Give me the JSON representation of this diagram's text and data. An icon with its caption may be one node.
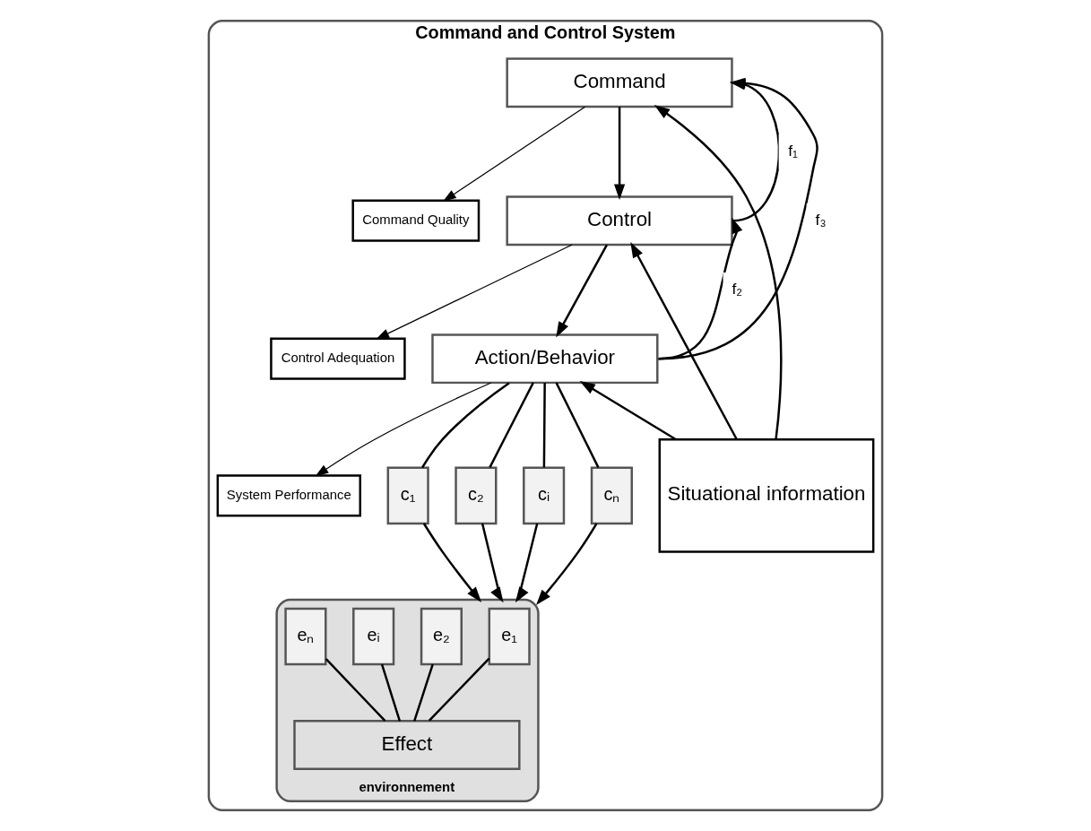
{
  "diagram": {
    "nodes": [
      {
        "text": [
          "Command and Control System"
        ]
      },
      {
        "text": [
          "Command Quality"
        ],
        "in": 0
      },
      {
        "text": [
          "Command"
        ],
        "in": 0
      },
      {
        "text": [
          "Control Adequation"
        ],
        "in": 0
      },
      {
        "text": [
          "Control"
        ],
        "in": 0
      },
      {
        "text": [
          "System Performance"
        ],
        "in": 0
      },
      {
        "text": [
          "Action/Behavior"
        ],
        "in": 0
      },
      {
        "text": [
          "c₁"
        ],
        "in": 0
      },
      {
        "text": [
          "c₂"
        ],
        "in": 0
      },
      {
        "text": [
          "cᵢ"
        ],
        "in": 0
      },
      {
        "text": [
          "cₙ"
        ],
        "in": 0
      },
      {
        "text": [
          "Situational information"
        ],
        "in": 0
      },
      {
        "text": [
          "environnement"
        ],
        "in": 0
      },
      {
        "text": [
          "e₁"
        ],
        "in": 12
      },
      {
        "text": [
          "e₂"
        ],
        "in": 12
      },
      {
        "text": [
          "eᵢ"
        ],
        "in": 12
      },
      {
        "text": [
          "eₙ"
        ],
        "in": 12
      },
      {
        "text": [
          "Effect"
        ],
        "in": 12
      }
    ],
    "edges": [
      {
        "from": 2,
        "to": 1,
        "arrow": "to"
      },
      {
        "from": 4,
        "to": 3,
        "arrow": "to"
      },
      {
        "from": 6,
        "to": 5,
        "arrow": "to"
      },
      {
        "from": 2,
        "to": 4,
        "arrow": "to"
      },
      {
        "from": 4,
        "to": 6,
        "arrow": "to"
      },
      {
        "from": 4,
        "to": 2,
        "arrow": "to",
        "label": "f₁"
      },
      {
        "from": 6,
        "to": 4,
        "arrow": "to",
        "label": "f₂"
      },
      {
        "from": 6,
        "to": 2,
        "arrow": "to",
        "label": "f₃"
      },
      {
        "from": 11,
        "to": 2,
        "arrow": "to"
      },
      {
        "from": 11,
        "to": 4,
        "arrow": "to"
      },
      {
        "from": 11,
        "to": 6,
        "arrow": "to"
      },
      {
        "from": 6,
        "to": 7,
        "arrow": "none"
      },
      {
        "from": 6,
        "to": 8,
        "arrow": "none"
      },
      {
        "from": 6,
        "to": 9,
        "arrow": "none"
      },
      {
        "from": 6,
        "to": 10,
        "arrow": "none"
      },
      {
        "from": 7,
        "to": 12,
        "arrow": "to"
      },
      {
        "from": 8,
        "to": 12,
        "arrow": "to"
      },
      {
        "from": 9,
        "to": 12,
        "arrow": "to"
      },
      {
        "from": 10,
        "to": 12,
        "arrow": "to"
      },
      {
        "from": 13,
        "to": 17,
        "arrow": "none"
      },
      {
        "from": 14,
        "to": 17,
        "arrow": "none"
      },
      {
        "from": 15,
        "to": 17,
        "arrow": "none"
      },
      {
        "from": 16,
        "to": 17,
        "arrow": "none"
      }
    ]
  }
}
